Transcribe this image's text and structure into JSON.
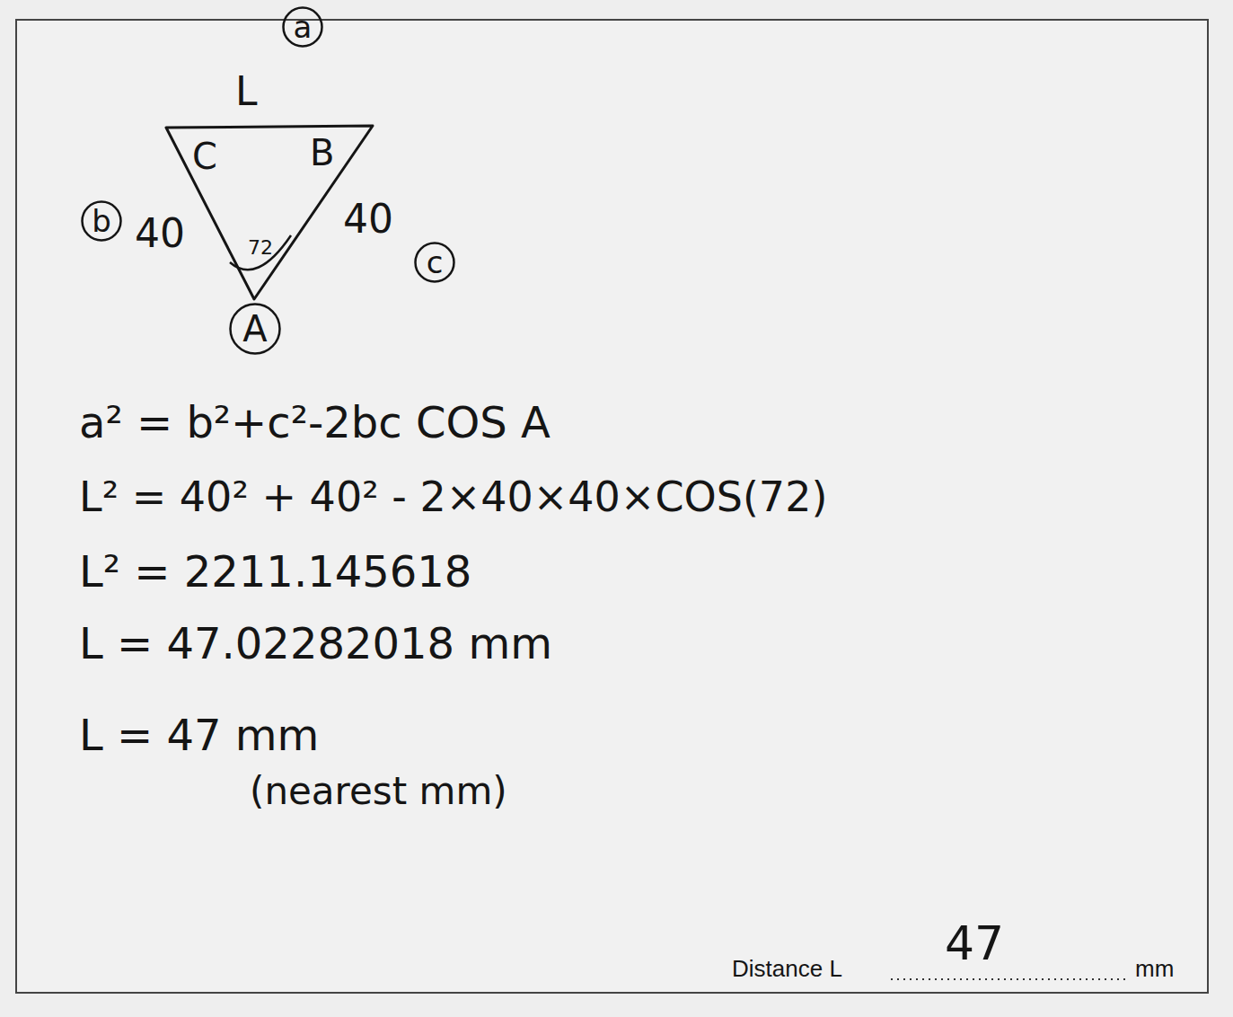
{
  "diagram": {
    "nodes": [
      {
        "text": [
          "a"
        ]
      },
      {
        "text": [
          "b"
        ]
      },
      {
        "text": [
          "c"
        ]
      },
      {
        "text": [
          "A"
        ]
      }
    ],
    "labels": [
      "L",
      "C",
      "B",
      "40",
      "72",
      "40",
      "a² = b²+c²-2bc COS A",
      "L² = 40² + 40² - 2×40×40×COS(72)",
      "L² = 2211.145618",
      "L = 47.02282018 mm",
      "L = 47 mm",
      "(nearest mm)",
      "Distance L",
      "47",
      "mm"
    ]
  }
}
